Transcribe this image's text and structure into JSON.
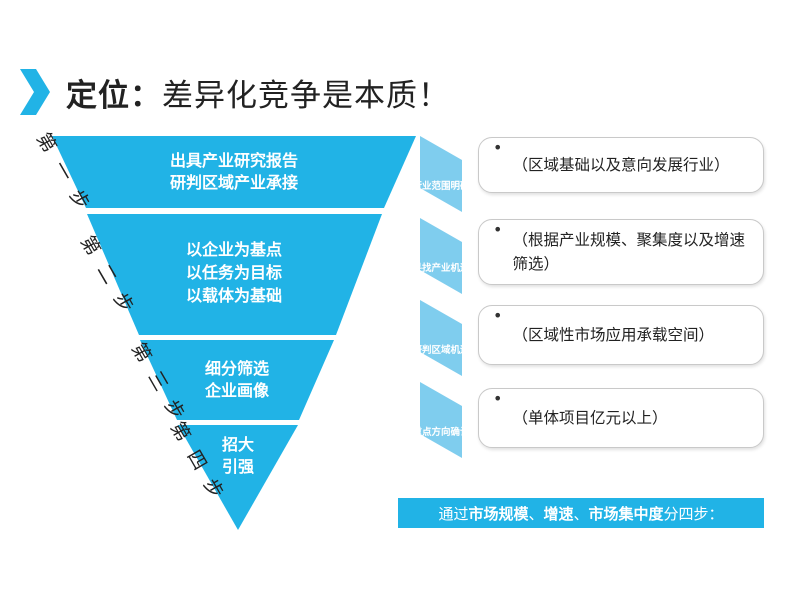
{
  "title": {
    "prefix": "定位",
    "separator": "：",
    "text": "差异化竞争是本质！"
  },
  "steps": [
    {
      "label": "第一步",
      "lines": [
        "出具产业研究报告",
        "研判区域产业承接"
      ],
      "arrow_label": "行业范围明确",
      "bullet": "•",
      "detail": "（区域基础以及意向发展行业）"
    },
    {
      "label": "第二步",
      "lines": [
        "以企业为基点",
        "以任务为目标",
        "以载体为基础"
      ],
      "arrow_label": "寻找产业机遇",
      "bullet": "•",
      "detail": "（根据产业规模、聚集度以及增速筛选）"
    },
    {
      "label": "第三步",
      "lines": [
        "细分筛选",
        "企业画像"
      ],
      "arrow_label": "研判区域机遇",
      "bullet": "•",
      "detail": "（区域性市场应用承载空间）"
    },
    {
      "label": "第四步",
      "lines": [
        "招大",
        "引强"
      ],
      "arrow_label": "重点方向确认",
      "bullet": "•",
      "detail": "（单体项目亿元以上）"
    }
  ],
  "summary": {
    "p1": "通过",
    "b1": "市场规模",
    "p2": "、",
    "b2": "增速",
    "p3": "、",
    "b3": "市场集中度",
    "p4": "分四步："
  },
  "colors": {
    "accent": "#21b3e6",
    "arrow": "#7fcdee",
    "text": "#222222"
  }
}
